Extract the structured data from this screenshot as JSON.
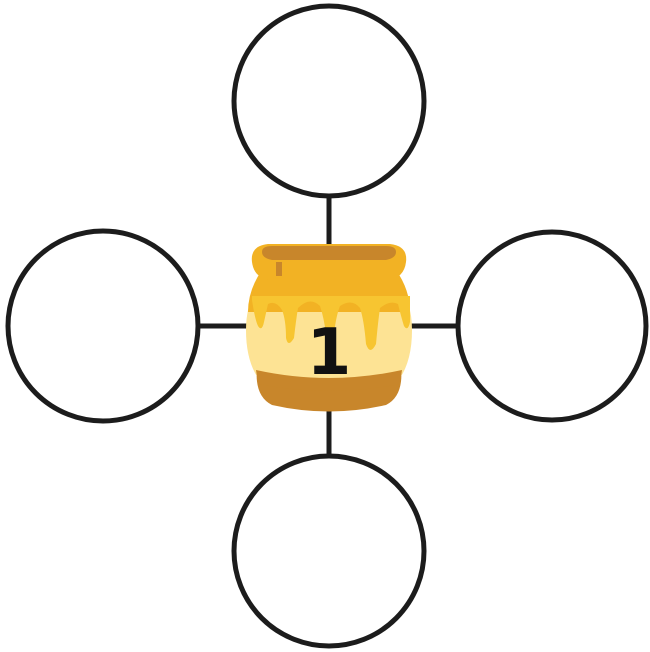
{
  "center": {
    "icon": "honey-pot-icon",
    "number": "1"
  },
  "spokes": [
    {
      "position": "top",
      "text": ""
    },
    {
      "position": "right",
      "text": ""
    },
    {
      "position": "bottom",
      "text": ""
    },
    {
      "position": "left",
      "text": ""
    }
  ],
  "colors": {
    "outline": "#1c1c1c",
    "circle_fill": "#ffffff",
    "pot_dark": "#c8862b",
    "pot_mid": "#f2b224",
    "pot_light": "#fde394",
    "honey": "#f7c531"
  }
}
